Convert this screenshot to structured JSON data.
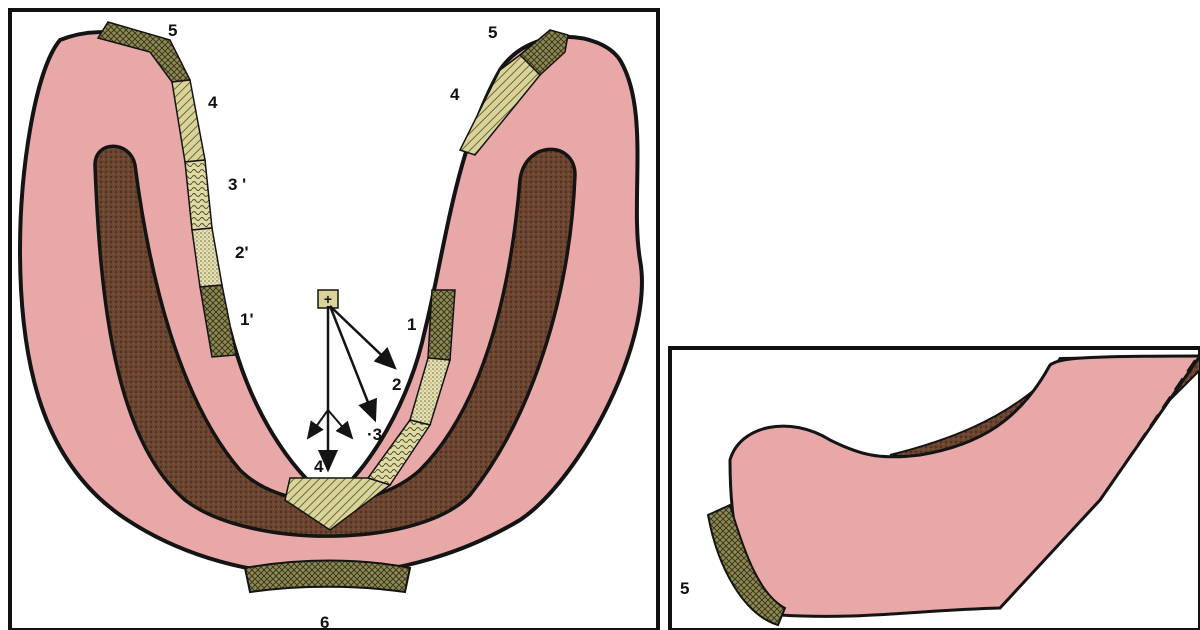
{
  "colors": {
    "gum": "#e8a8a8",
    "gum_light": "#efbcbc",
    "ridge": "#6b4530",
    "outline": "#141414",
    "strip": "#d9d49a",
    "strip_dark": "#8f8a52",
    "frame": "#111111",
    "paper": "#ffffff"
  },
  "left_panel": {
    "labels": {
      "left_5": "5",
      "left_4": "4",
      "left_3p": "3 '",
      "left_2p": "2'",
      "left_1p": "1'",
      "right_5": "5",
      "right_4": "4",
      "right_1": "1",
      "arrow_2": "2",
      "arrow_3": "·3",
      "arrow_4": "4",
      "bottom_6": "6"
    }
  },
  "right_panel": {
    "labels": {
      "strip_5": "5"
    }
  }
}
